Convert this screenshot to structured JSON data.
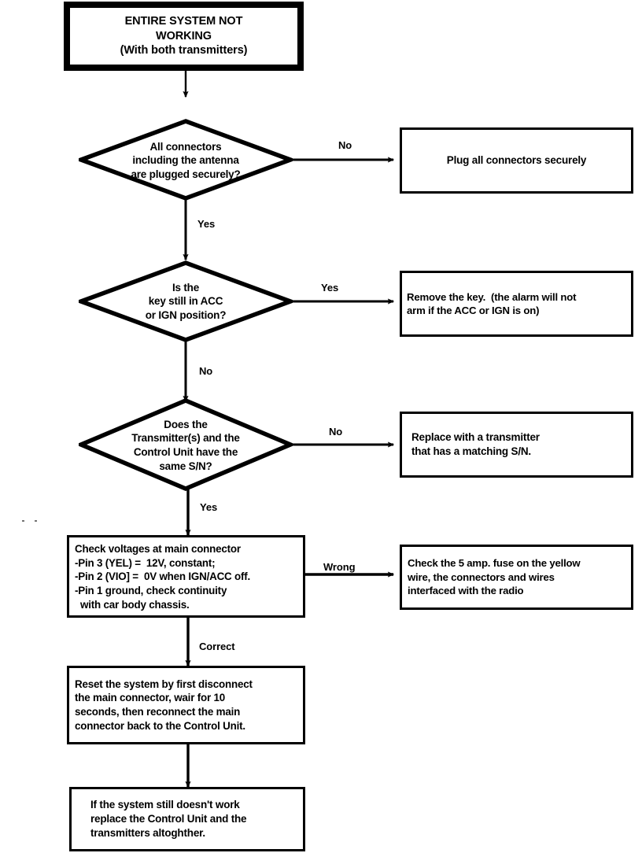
{
  "diagram": {
    "title": "ENTIRE SYSTEM NOT WORKING (With both transmitters)",
    "type": "troubleshooting-flowchart"
  },
  "nodes": {
    "start": {
      "label": "ENTIRE SYSTEM NOT\nWORKING\n(With both transmitters)",
      "shape": "box-bold"
    },
    "decision1": {
      "label": "All connectors\nincluding the antenna\nare plugged securely?",
      "shape": "diamond"
    },
    "result1": {
      "label": "Plug all connectors securely",
      "shape": "box"
    },
    "decision2": {
      "label": "Is the\nkey still in ACC\nor IGN position?",
      "shape": "diamond"
    },
    "result2": {
      "label": "Remove the key.  (the alarm will not\narm if the ACC or IGN is on)",
      "shape": "box"
    },
    "decision3": {
      "label": "Does the\nTransmitter(s) and the\nControl Unit have the\nsame S/N?",
      "shape": "diamond"
    },
    "result3": {
      "label": "Replace with a transmitter\nthat has a matching S/N.",
      "shape": "box"
    },
    "process4": {
      "label": "Check voltages at main connector\n-Pin 3 (YEL) =  12V, constant;\n-Pin 2 (VIO] =  0V when IGN/ACC off.\n-Pin 1 ground, check continuity\n  with car body chassis.",
      "shape": "box"
    },
    "result4": {
      "label": "Check the 5 amp. fuse on the yellow\nwire, the connectors and wires\ninterfaced with the radio",
      "shape": "box"
    },
    "process5": {
      "label": "Reset the system by first disconnect\nthe main connector, wair for 10\nseconds, then reconnect the main\nconnector back to the Control Unit.",
      "shape": "box"
    },
    "end": {
      "label": "If the system still doesn't work\nreplace the Control Unit and the\ntransmitters altoghther.",
      "shape": "box"
    }
  },
  "edge_labels": {
    "d1_no": "No",
    "d1_yes": "Yes",
    "d2_yes": "Yes",
    "d2_no": "No",
    "d3_no": "No",
    "d3_yes": "Yes",
    "p4_wrong": "Wrong",
    "p4_correct": "Correct"
  },
  "colors": {
    "stroke": "#000000",
    "fill": "#ffffff",
    "text": "#000000"
  }
}
